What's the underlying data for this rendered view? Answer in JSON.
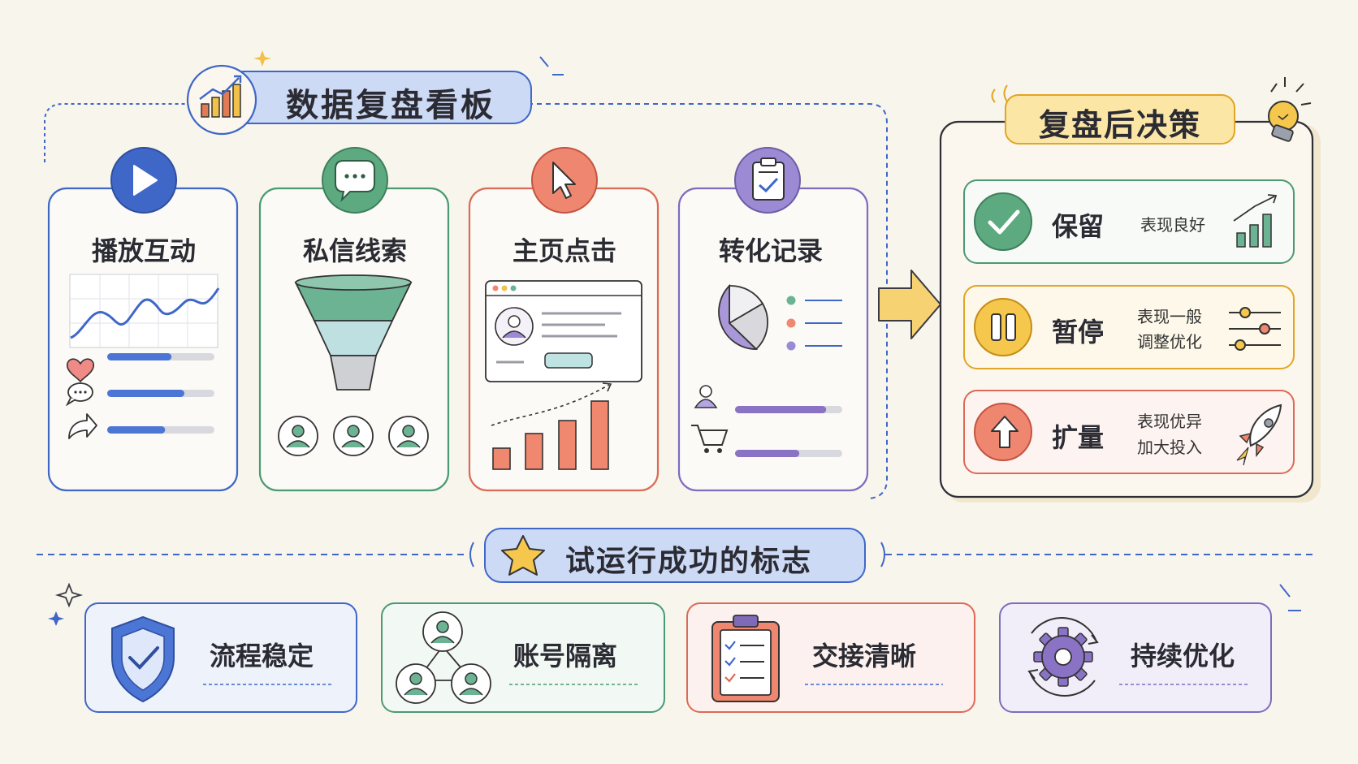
{
  "board": {
    "title": "数据复盘看板",
    "cards": [
      {
        "title": "播放互动",
        "accent": "#3f67c8",
        "bars": [
          0.6,
          0.72,
          0.54
        ]
      },
      {
        "title": "私信线索",
        "accent": "#4a9a72"
      },
      {
        "title": "主页点击",
        "accent": "#dc6a55"
      },
      {
        "title": "转化记录",
        "accent": "#8a73c4",
        "bars": [
          0.85,
          0.6
        ]
      }
    ]
  },
  "decision": {
    "title": "复盘后决策",
    "items": [
      {
        "label": "保留",
        "desc": [
          "表现良好"
        ],
        "color": "#4a9a72"
      },
      {
        "label": "暂停",
        "desc": [
          "表现一般",
          "调整优化"
        ],
        "color": "#e0a624"
      },
      {
        "label": "扩量",
        "desc": [
          "表现优异",
          "加大投入"
        ],
        "color": "#dc6a55"
      }
    ]
  },
  "success": {
    "title": "试运行成功的标志",
    "items": [
      {
        "label": "流程稳定",
        "icon": "shield-check-icon"
      },
      {
        "label": "账号隔离",
        "icon": "network-users-icon"
      },
      {
        "label": "交接清晰",
        "icon": "clipboard-checklist-icon"
      },
      {
        "label": "持续优化",
        "icon": "gear-cycle-icon"
      }
    ]
  }
}
